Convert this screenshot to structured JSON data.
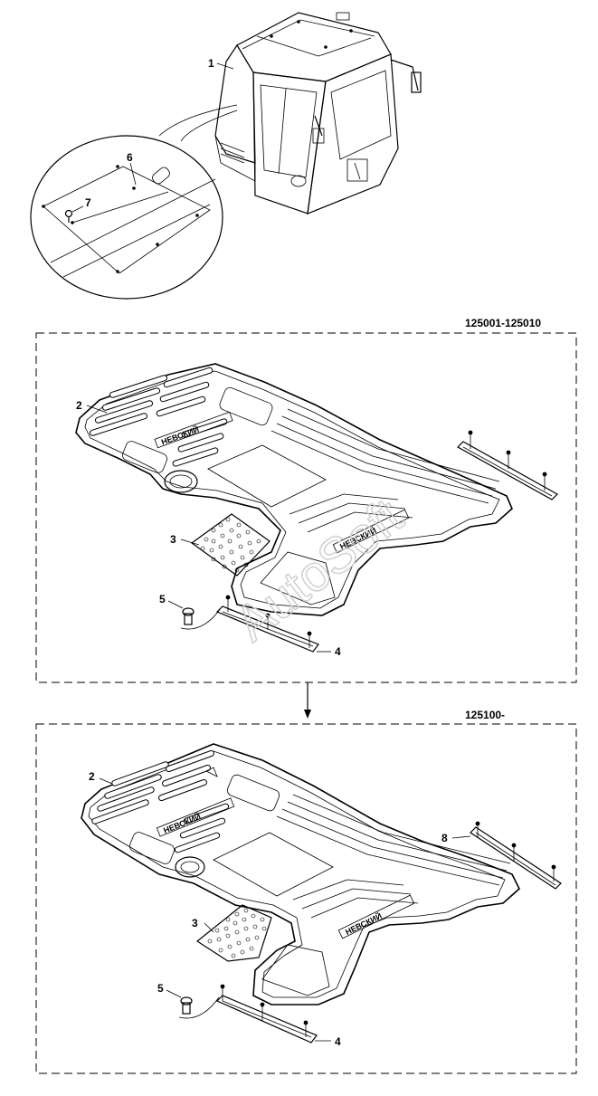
{
  "watermark": "AutoSoft",
  "panels": {
    "top": {
      "range": "125001-125010"
    },
    "bottom": {
      "range": "125100-"
    }
  },
  "callouts": {
    "cab": "1",
    "mat": "2",
    "grate": "3",
    "strip": "4",
    "bolt": "5",
    "panel": "6",
    "screw": "7",
    "rear_strip": "8"
  },
  "mat_brand_text": "НЕВСКИЙ"
}
